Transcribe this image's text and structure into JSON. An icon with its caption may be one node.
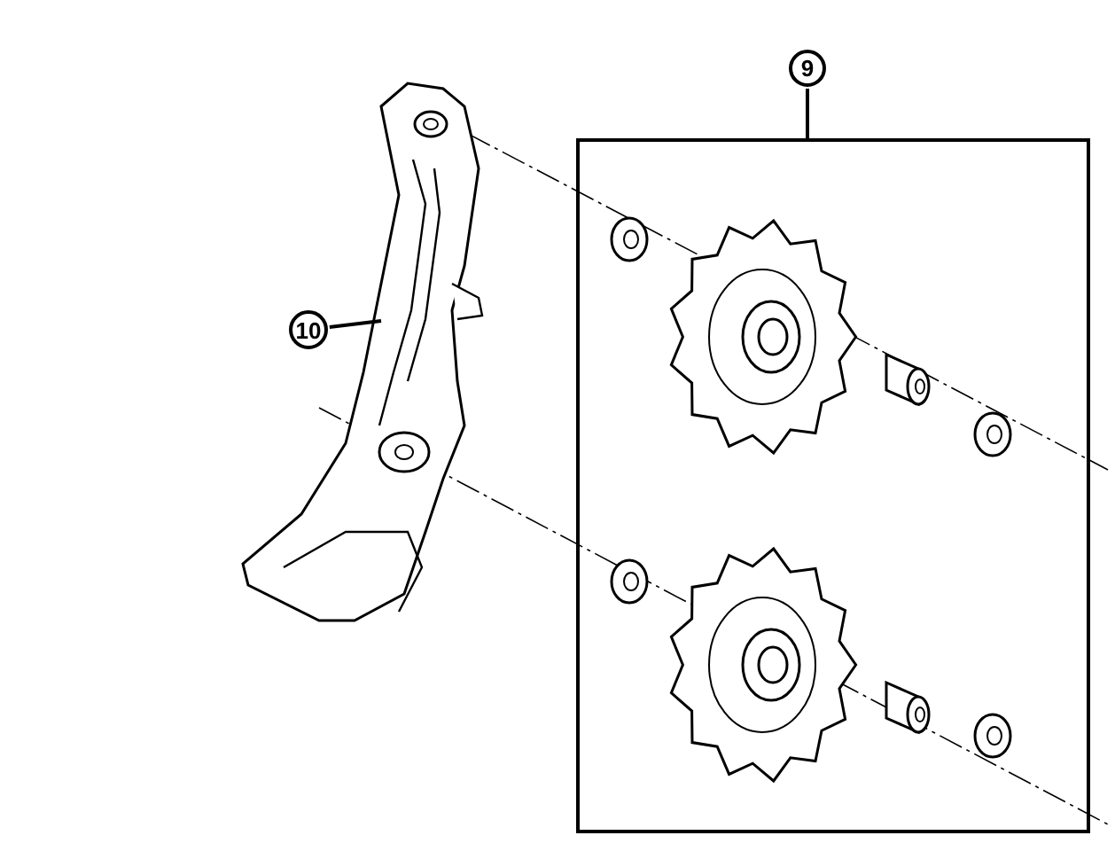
{
  "diagram": {
    "nodes": [
      {
        "text": [
          "9"
        ]
      },
      {
        "text": [],
        "shape": "box"
      },
      {
        "text": [
          "10"
        ]
      },
      {
        "text": [],
        "shape": "picture"
      }
    ],
    "edges": [
      {
        "from": 0,
        "to": 1,
        "arrow": "none"
      },
      {
        "from": 2,
        "to": 3,
        "arrow": "none"
      }
    ]
  }
}
